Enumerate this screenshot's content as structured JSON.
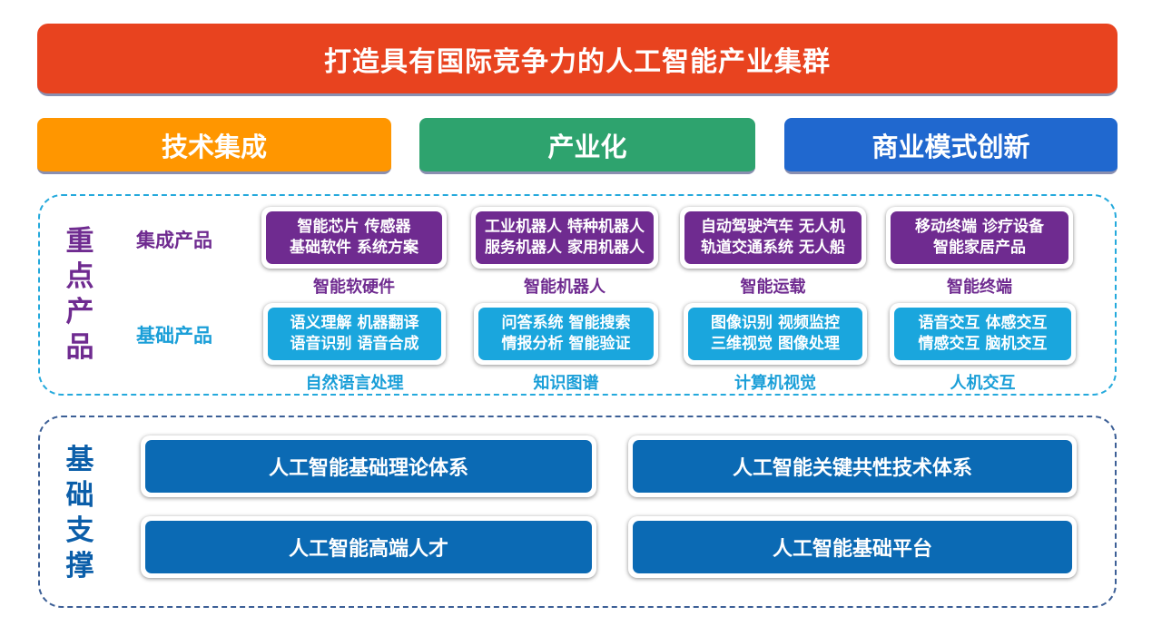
{
  "title": "打造具有国际竞争力的人工智能产业集群",
  "colors": {
    "title_bg": "#e8431f",
    "pillar_orange": "#ff9600",
    "pillar_green": "#2ea36e",
    "pillar_blue": "#2068cf",
    "purple": "#6f2b90",
    "cyan": "#1aa6dd",
    "support_blue": "#0b6ab4"
  },
  "pillars": [
    {
      "label": "技术集成",
      "color": "#ff9600"
    },
    {
      "label": "产业化",
      "color": "#2ea36e"
    },
    {
      "label": "商业模式创新",
      "color": "#2068cf"
    }
  ],
  "products_section": {
    "label": [
      "重",
      "点",
      "产",
      "品"
    ],
    "integrated": {
      "row_label": "集成产品",
      "cards": [
        {
          "lines": [
            "智能芯片 传感器",
            "基础软件 系统方案"
          ],
          "caption": "智能软硬件"
        },
        {
          "lines": [
            "工业机器人 特种机器人",
            "服务机器人 家用机器人"
          ],
          "caption": "智能机器人"
        },
        {
          "lines": [
            "自动驾驶汽车 无人机",
            "轨道交通系统 无人船"
          ],
          "caption": "智能运载"
        },
        {
          "lines": [
            "移动终端 诊疗设备",
            "智能家居产品"
          ],
          "caption": "智能终端"
        }
      ]
    },
    "basic": {
      "row_label": "基础产品",
      "cards": [
        {
          "lines": [
            "语义理解 机器翻译",
            "语音识别 语音合成"
          ],
          "caption": "自然语言处理"
        },
        {
          "lines": [
            "问答系统 智能搜索",
            "情报分析 智能验证"
          ],
          "caption": "知识图谱"
        },
        {
          "lines": [
            "图像识别 视频监控",
            "三维视觉 图像处理"
          ],
          "caption": "计算机视觉"
        },
        {
          "lines": [
            "语音交互 体感交互",
            "情感交互 脑机交互"
          ],
          "caption": "人机交互"
        }
      ]
    }
  },
  "support_section": {
    "label": [
      "基",
      "础",
      "支",
      "撑"
    ],
    "blocks": [
      "人工智能基础理论体系",
      "人工智能关键共性技术体系",
      "人工智能高端人才",
      "人工智能基础平台"
    ]
  }
}
